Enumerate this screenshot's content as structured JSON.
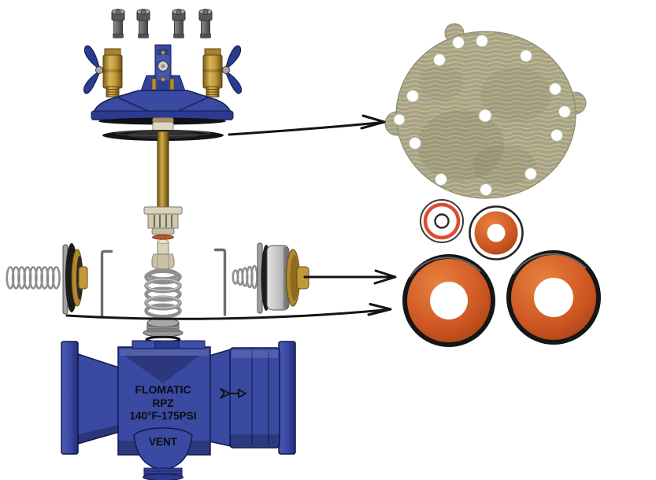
{
  "diagram": {
    "kind": "exploded-parts-diagram",
    "subject": "Flomatic RPZ backflow preventer valve exploded view with rubber repair parts",
    "valve_markings": {
      "brand": "FLOMATIC",
      "model": "RPZ",
      "rating": "140°F-175PSI",
      "vent": "VENT"
    },
    "parts": [
      {
        "id": "cover-bolt",
        "name": "Cover bolt",
        "count": 4
      },
      {
        "id": "bonnet-cover",
        "name": "Blue bonnet cover"
      },
      {
        "id": "test-cock",
        "name": "Brass test cock ball valve with wing handle",
        "count": 2
      },
      {
        "id": "pilot-tower",
        "name": "Center pilot tower fitting"
      },
      {
        "id": "stem-diaphragm-disc",
        "name": "Diaphragm washer disc"
      },
      {
        "id": "valve-stem",
        "name": "Brass valve stem"
      },
      {
        "id": "stem-guide",
        "name": "Slotted stem guide"
      },
      {
        "id": "poppet",
        "name": "Poppet"
      },
      {
        "id": "main-spring",
        "name": "Main coil spring"
      },
      {
        "id": "first-check-assembly",
        "name": "First check valve assembly with spring"
      },
      {
        "id": "second-check-assembly",
        "name": "Second check valve assembly with spring"
      },
      {
        "id": "retainer-clip",
        "name": "Bent rod retainer clip",
        "count": 2
      },
      {
        "id": "seat-disc",
        "name": "Ribbed seat disc"
      },
      {
        "id": "seat-ring",
        "name": "Seat ring seal"
      },
      {
        "id": "valve-body",
        "name": "Blue valve body with flanges and vent"
      },
      {
        "id": "fabric-diaphragm",
        "name": "Fabric reinforced diaphragm with bolt holes"
      },
      {
        "id": "o-ring-kit",
        "name": "O-ring seal set"
      },
      {
        "id": "small-seal-disc",
        "name": "Small orange rubber seal disc"
      },
      {
        "id": "large-seal-disc",
        "name": "Large orange rubber seal disc",
        "count": 2
      }
    ],
    "callout_arrows": [
      {
        "from": "stem-diaphragm-disc",
        "to": "fabric-diaphragm"
      },
      {
        "from": "second-check-assembly",
        "to": "large-seal-discs"
      },
      {
        "from": "first-check-assembly",
        "to": "large-seal-discs"
      }
    ],
    "colors": {
      "valve-blue": "#3a49a2",
      "valve-blue-dark": "#2c3a90",
      "brass": "#bb9233",
      "seal-orange": "#d05b27",
      "fabric-base": "#a0a48d",
      "fabric-wave": "#d9b87f",
      "steel-gray": "#9a9a9a",
      "arrow-black": "#141414",
      "background": "#ffffff"
    }
  }
}
